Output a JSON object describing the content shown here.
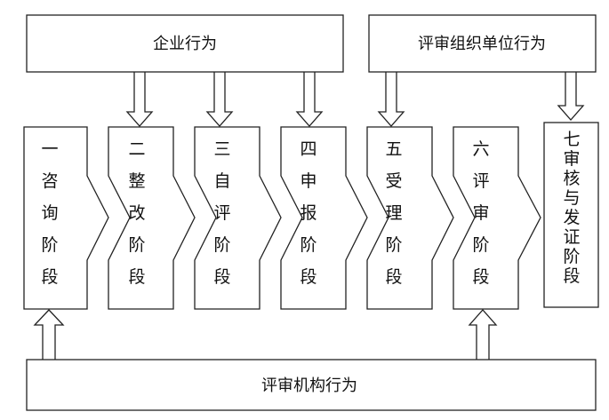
{
  "actors": {
    "enterprise": "企业行为",
    "review_org": "评审组织单位行为",
    "review_agency": "评审机构行为"
  },
  "stages": [
    {
      "lines": [
        "一",
        "咨",
        "询",
        "阶",
        "段"
      ]
    },
    {
      "lines": [
        "二",
        "整",
        "改",
        "阶",
        "段"
      ]
    },
    {
      "lines": [
        "三",
        "自",
        "评",
        "阶",
        "段"
      ]
    },
    {
      "lines": [
        "四",
        "申",
        "报",
        "阶",
        "段"
      ]
    },
    {
      "lines": [
        "五",
        "受",
        "理",
        "阶",
        "段"
      ]
    },
    {
      "lines": [
        "六",
        "评",
        "审",
        "阶",
        "段"
      ]
    },
    {
      "lines": [
        "七",
        "审",
        "核",
        "与",
        "发",
        "证",
        "阶",
        "段"
      ]
    }
  ]
}
